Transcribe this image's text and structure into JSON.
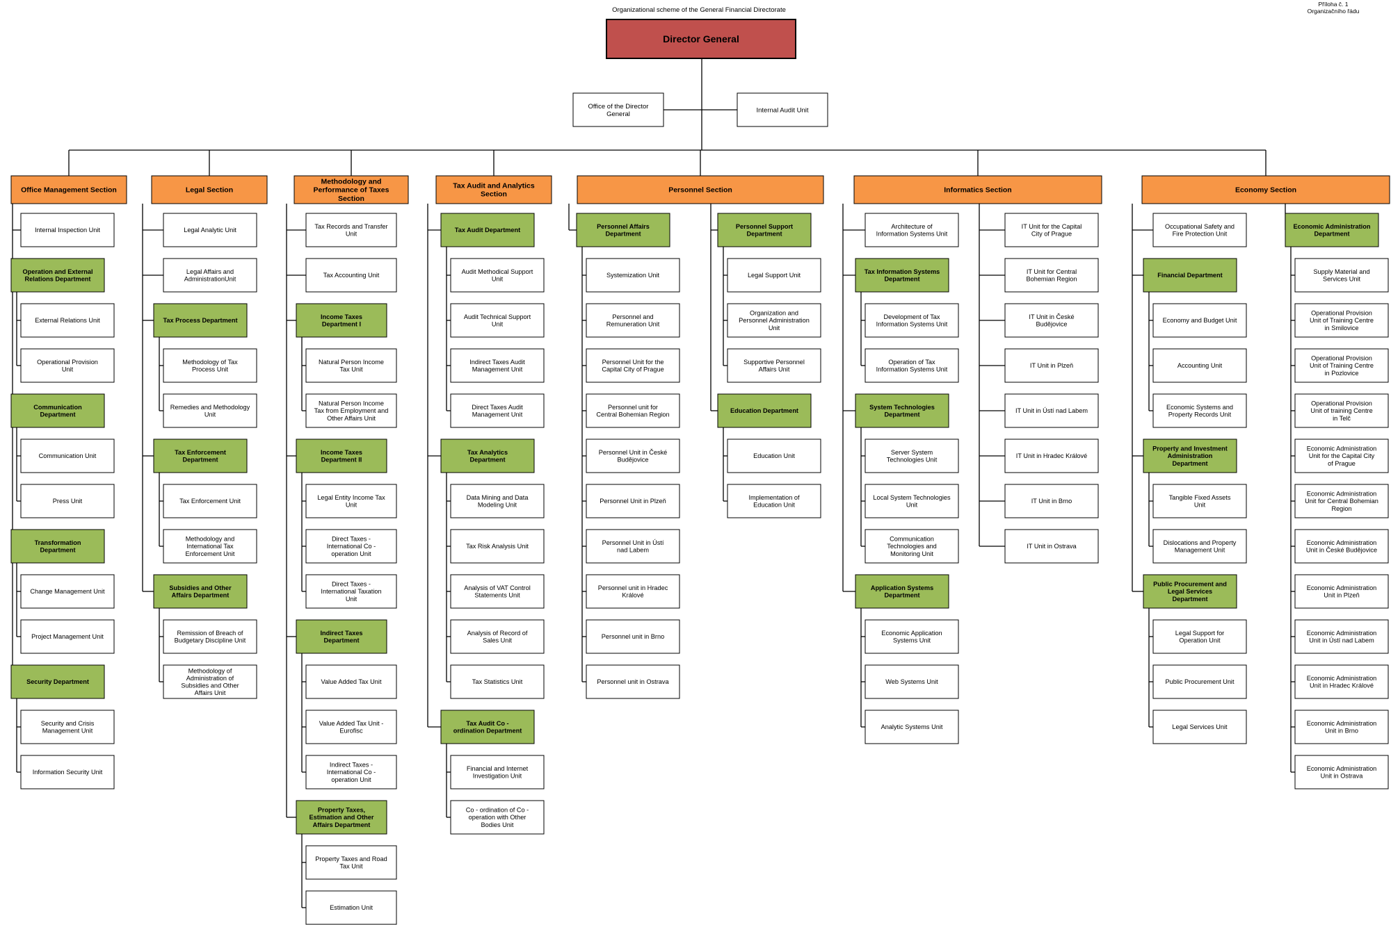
{
  "header": {
    "title": "Organizational scheme of the General Financial Directorate",
    "annex_line1": "Příloha č. 1",
    "annex_line2": "Organizačního řádu"
  },
  "colors": {
    "director": "#c0504d",
    "section": "#f79646",
    "department": "#9bbb59",
    "unit": "#ffffff",
    "line": "#000000"
  },
  "director": {
    "label": "Director General"
  },
  "staff": [
    {
      "label": "Office of the Director General"
    },
    {
      "label": "Internal Audit Unit"
    }
  ],
  "sections": [
    {
      "name": "Office Management Section",
      "items": [
        {
          "type": "unit",
          "label": "Internal Inspection Unit"
        },
        {
          "type": "dept",
          "label": "Operation and External Relations Department",
          "units": [
            "External Relations Unit",
            "Operational Provision Unit"
          ]
        },
        {
          "type": "dept",
          "label": "Communication Department",
          "units": [
            "Communication Unit",
            "Press Unit"
          ]
        },
        {
          "type": "dept",
          "label": "Transformation Department",
          "units": [
            "Change Management Unit",
            "Project Management Unit"
          ]
        },
        {
          "type": "dept",
          "label": "Security Department",
          "units": [
            "Security and Crisis Management Unit",
            "Information Security Unit"
          ]
        }
      ]
    },
    {
      "name": "Legal Section",
      "items": [
        {
          "type": "unit",
          "label": "Legal Analytic Unit"
        },
        {
          "type": "unit",
          "label": "Legal Affairs and AdministrationUnit"
        },
        {
          "type": "dept",
          "label": "Tax Process Department",
          "units": [
            "Methodology of Tax Process Unit",
            "Remedies and Methodology Unit"
          ]
        },
        {
          "type": "dept",
          "label": "Tax Enforcement Department",
          "units": [
            "Tax Enforcement Unit",
            "Methodology and International Tax Enforcement Unit"
          ]
        },
        {
          "type": "dept",
          "label": "Subsidies and Other Affairs Department",
          "units": [
            "Remission of Breach of Budgetary Discipline Unit",
            "Methodology of Administration of Subsidies and Other Affairs Unit"
          ]
        }
      ]
    },
    {
      "name": "Methodology and Performance of Taxes Section",
      "items": [
        {
          "type": "unit",
          "label": "Tax Records and Transfer Unit"
        },
        {
          "type": "unit",
          "label": "Tax Accounting Unit"
        },
        {
          "type": "dept",
          "label": "Income Taxes Department I",
          "units": [
            "Natural Person Income Tax Unit",
            "Natural Person Income Tax from Employment and Other Affairs Unit"
          ]
        },
        {
          "type": "dept",
          "label": "Income Taxes Department II",
          "units": [
            "Legal Entity Income Tax Unit",
            "Direct Taxes - International Co - operation Unit",
            "Direct Taxes - International Taxation Unit"
          ]
        },
        {
          "type": "dept",
          "label": "Indirect Taxes Department",
          "units": [
            "Value Added Tax Unit",
            "Value Added Tax Unit - Eurofisc",
            "Indirect Taxes - International Co - operation Unit"
          ]
        },
        {
          "type": "dept",
          "label": "Property Taxes, Estimation and Other Affairs Department",
          "units": [
            "Property Taxes and Road Tax Unit",
            "Estimation Unit"
          ]
        }
      ]
    },
    {
      "name": "Tax Audit and Analytics Section",
      "items": [
        {
          "type": "dept",
          "label": "Tax Audit Department",
          "units": [
            "Audit Methodical Support Unit",
            "Audit Technical Support Unit",
            "Indirect Taxes Audit Management Unit",
            "Direct Taxes Audit Management Unit"
          ]
        },
        {
          "type": "dept",
          "label": "Tax Analytics Department",
          "units": [
            "Data Mining and Data Modeling Unit",
            "Tax Risk Analysis Unit",
            "Analysis of VAT Control Statements Unit",
            "Analysis of Record of Sales Unit",
            "Tax Statistics Unit"
          ]
        },
        {
          "type": "dept",
          "label": "Tax Audit Co - ordination Department",
          "units": [
            "Financial and Internet Investigation Unit",
            "Co - ordination of Co - operation with Other Bodies Unit"
          ]
        }
      ]
    },
    {
      "name": "Personnel Section",
      "items": [
        {
          "type": "dept",
          "label": "Personnel Affairs Department",
          "units": [
            "Systemization Unit",
            "Personnel and Remuneration Unit",
            "Personnel Unit for the Capital City of Prague",
            "Personnel unit for Central Bohemian Region",
            "Personnel Unit in České Budějovice",
            "Personnel Unit in Plzeň",
            "Personnel Unit in Ústí nad Labem",
            "Personnel unit in Hradec Králové",
            "Personnel unit in Brno",
            "Personnel unit in Ostrava"
          ]
        },
        {
          "type": "dept",
          "label": "Personnel Support Department",
          "units": [
            "Legal Support Unit",
            "Organization and Personnel Administration Unit",
            "Supportive Personnel Affairs Unit"
          ]
        },
        {
          "type": "dept",
          "label": "Education Department",
          "units": [
            "Education Unit",
            "Implementation of Education Unit"
          ]
        }
      ]
    },
    {
      "name": "Informatics Section",
      "items": [
        {
          "type": "unit",
          "label": "Architecture of Information Systems Unit"
        },
        {
          "type": "dept",
          "label": "Tax Information Systems Department",
          "units": [
            "Development of Tax Information Systems Unit",
            "Operation of Tax Information Systems Unit"
          ]
        },
        {
          "type": "dept",
          "label": "System Technologies Department",
          "units": [
            "Server System Technologies Unit",
            "Local System Technologies Unit",
            "Communication Technologies and Monitoring Unit"
          ]
        },
        {
          "type": "dept",
          "label": "Application Systems Department",
          "units": [
            "Economic Application Systems Unit",
            "Web Systems Unit",
            "Analytic Systems Unit"
          ]
        },
        {
          "type": "unit",
          "label": "IT Unit for the Capital City of Prague"
        },
        {
          "type": "unit",
          "label": "IT Unit for Central Bohemian Region"
        },
        {
          "type": "unit",
          "label": "IT Unit in České Budějovice"
        },
        {
          "type": "unit",
          "label": "IT Unit in Plzeň"
        },
        {
          "type": "unit",
          "label": "IT Unit in Ústí nad Labem"
        },
        {
          "type": "unit",
          "label": "IT Unit in Hradec Králové"
        },
        {
          "type": "unit",
          "label": "IT Unit in Brno"
        },
        {
          "type": "unit",
          "label": "IT Unit in Ostrava"
        }
      ]
    },
    {
      "name": "Economy Section",
      "items": [
        {
          "type": "unit",
          "label": "Occupational Safety and Fire Protection Unit"
        },
        {
          "type": "dept",
          "label": "Financial Department",
          "units": [
            "Economy and Budget Unit",
            "Accounting Unit",
            "Economic Systems and Property Records Unit"
          ]
        },
        {
          "type": "dept",
          "label": "Property and Investment Administration Department",
          "units": [
            "Tangible Fixed Assets Unit",
            "Dislocations and Property Management Unit"
          ]
        },
        {
          "type": "dept",
          "label": "Public Procurement and Legal Services Department",
          "units": [
            "Legal Support for Operation Unit",
            "Public Procurement Unit",
            "Legal Services Unit"
          ]
        },
        {
          "type": "dept",
          "label": "Economic Administration Department",
          "units": [
            "Supply Material and Services Unit",
            "Operational Provision Unit of Training Centre in Smilovice",
            "Operational Provision Unit of Training Centre in Pozlovice",
            "Operational Provision Unit of training Centre in Telč",
            "Economic Administration Unit for the Capital City of Prague",
            "Economic Administration Unit for Central Bohemian Region",
            "Economic Administration Unit in České Budějovice",
            "Economic Administration Unit in Plzeň",
            "Economic Administration Unit in Ústí nad Labem",
            "Economic Administration Unit in Hradec Králové",
            "Economic Administration Unit in Brno",
            "Economic Administration Unit in Ostrava"
          ]
        }
      ]
    }
  ]
}
